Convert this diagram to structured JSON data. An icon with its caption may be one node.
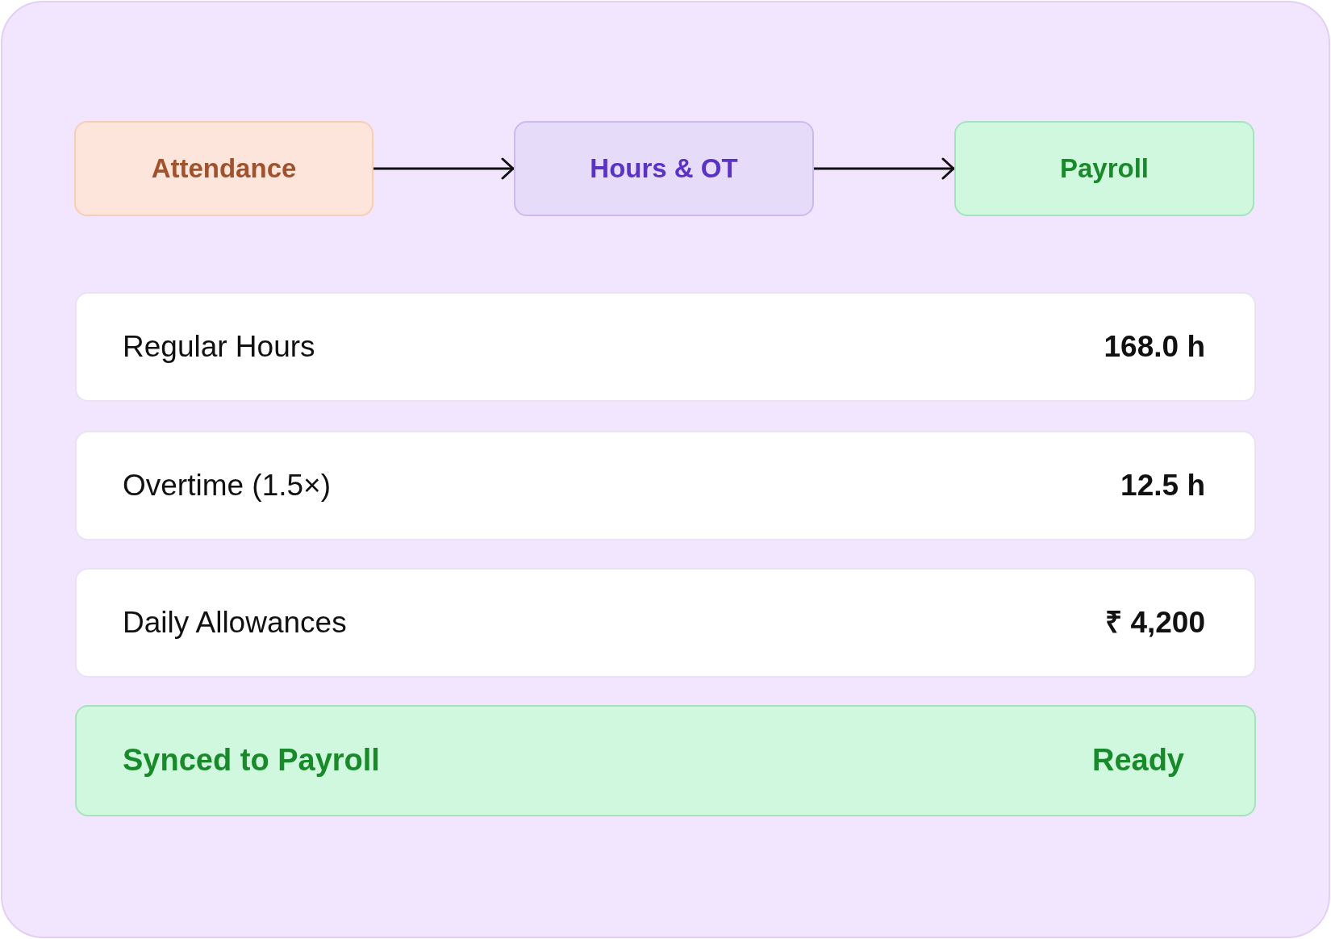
{
  "diagram": {
    "nodes": [
      {
        "text": [
          "Attendance"
        ]
      },
      {
        "text": [
          "Hours & OT"
        ]
      },
      {
        "text": [
          "Payroll"
        ]
      },
      {
        "text": [
          "Regular Hours",
          "168.0 h"
        ]
      },
      {
        "text": [
          "Overtime (1.5×)",
          "12.5 h"
        ]
      },
      {
        "text": [
          "Daily Allowances",
          "₹ 4,200"
        ]
      },
      {
        "text": [
          "Synced to Payroll",
          "Ready"
        ]
      }
    ],
    "edges": [
      {
        "from": 0,
        "to": 1,
        "arrow": "to"
      },
      {
        "from": 1,
        "to": 2,
        "arrow": "to"
      }
    ]
  }
}
